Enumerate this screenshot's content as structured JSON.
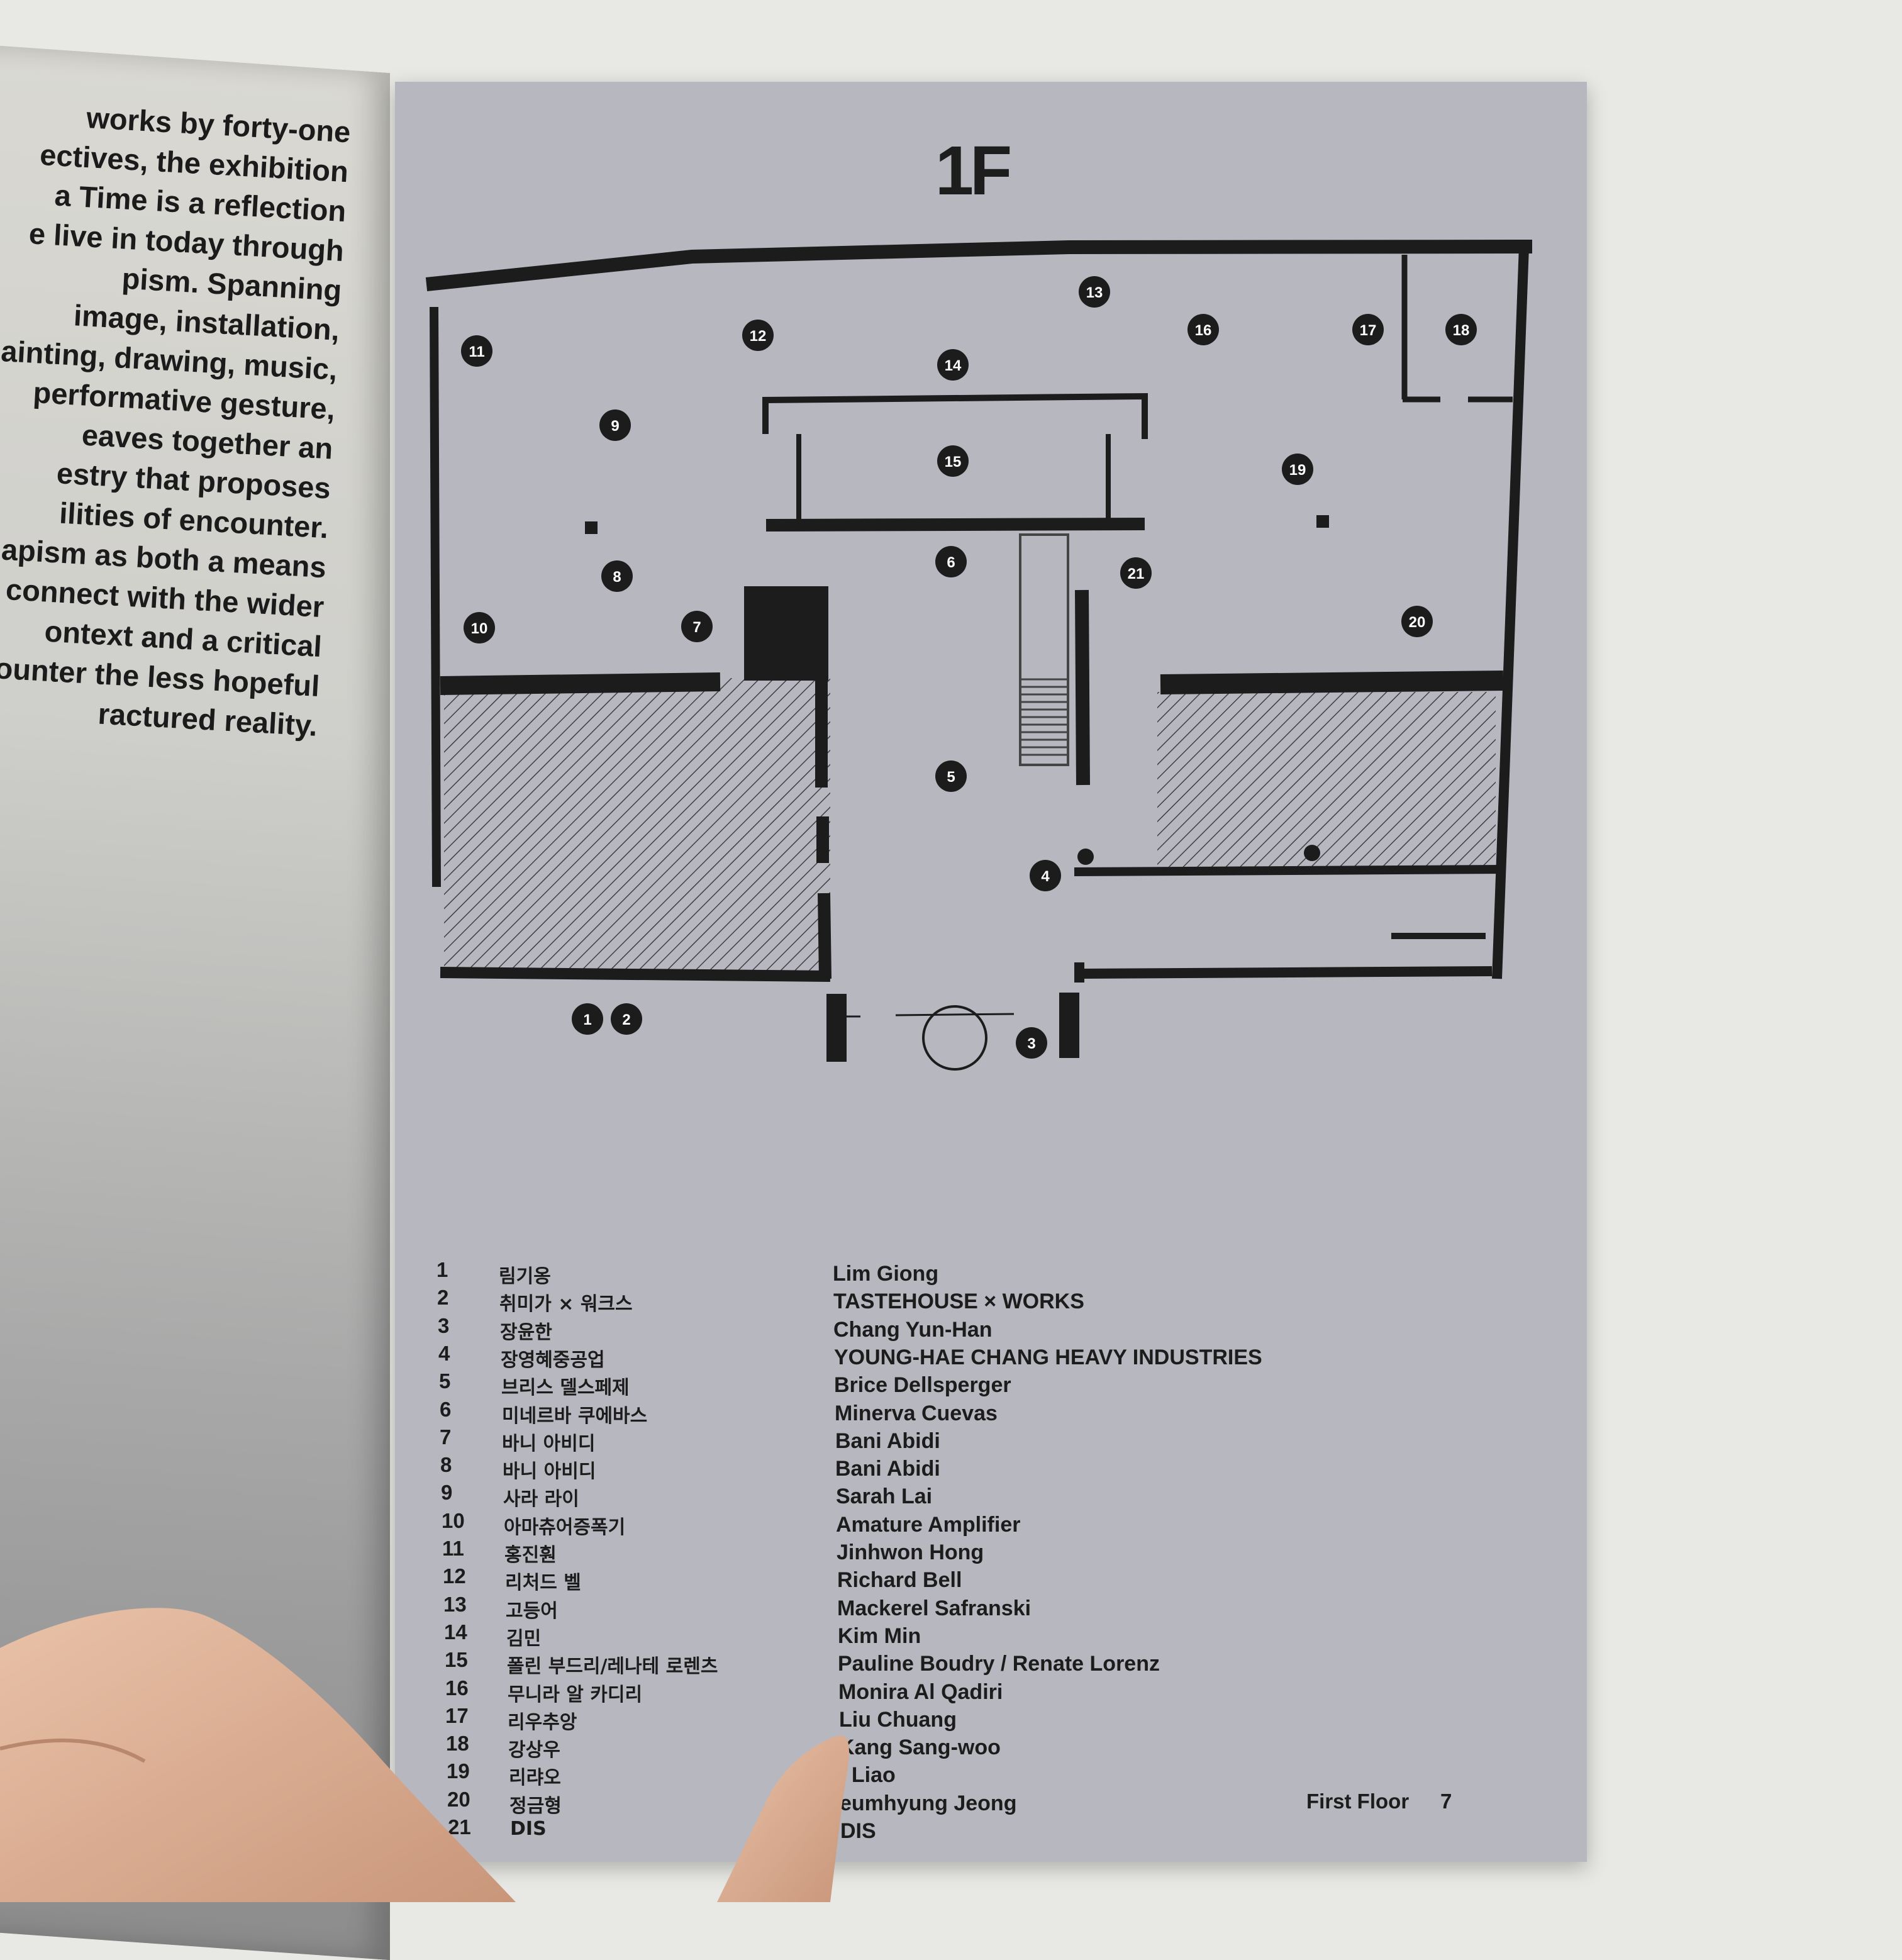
{
  "left_page": {
    "lines": [
      "works by forty-one",
      "ectives, the exhibition",
      "a Time is a reflection",
      "e live in today through",
      "pism. Spanning",
      "image, installation,",
      "ainting, drawing, music,",
      "performative gesture,",
      "eaves together an",
      "estry that proposes",
      "ilities of encounter.",
      "apism as both a means",
      " connect with the wider",
      "ontext and a critical",
      "counter the less hopeful",
      "ractured reality."
    ]
  },
  "floor_plan": {
    "title": "1F",
    "markers": [
      "1",
      "2",
      "3",
      "4",
      "5",
      "6",
      "7",
      "8",
      "9",
      "10",
      "11",
      "12",
      "13",
      "14",
      "15",
      "16",
      "17",
      "18",
      "19",
      "20",
      "21"
    ]
  },
  "artist_list": [
    {
      "num": "1",
      "ko": "림기옹",
      "en": "Lim Giong"
    },
    {
      "num": "2",
      "ko": "취미가 × 워크스",
      "en": "TASTEHOUSE × WORKS"
    },
    {
      "num": "3",
      "ko": "장윤한",
      "en": "Chang Yun-Han"
    },
    {
      "num": "4",
      "ko": "장영혜중공업",
      "en": "YOUNG-HAE CHANG HEAVY INDUSTRIES"
    },
    {
      "num": "5",
      "ko": "브리스 델스페제",
      "en": "Brice Dellsperger"
    },
    {
      "num": "6",
      "ko": "미네르바 쿠에바스",
      "en": "Minerva Cuevas"
    },
    {
      "num": "7",
      "ko": "바니 아비디",
      "en": "Bani Abidi"
    },
    {
      "num": "8",
      "ko": "바니 아비디",
      "en": "Bani Abidi"
    },
    {
      "num": "9",
      "ko": "사라 라이",
      "en": "Sarah Lai"
    },
    {
      "num": "10",
      "ko": "아마츄어증폭기",
      "en": "Amature Amplifier"
    },
    {
      "num": "11",
      "ko": "홍진훤",
      "en": "Jinhwon Hong"
    },
    {
      "num": "12",
      "ko": "리처드 벨",
      "en": "Richard Bell"
    },
    {
      "num": "13",
      "ko": "고등어",
      "en": "Mackerel Safranski"
    },
    {
      "num": "14",
      "ko": "김민",
      "en": "Kim Min"
    },
    {
      "num": "15",
      "ko": "폴린 부드리/레나테 로렌츠",
      "en": "Pauline Boudry / Renate Lorenz"
    },
    {
      "num": "16",
      "ko": "무니라 알 카디리",
      "en": "Monira Al Qadiri"
    },
    {
      "num": "17",
      "ko": "리우추앙",
      "en": "Liu Chuang"
    },
    {
      "num": "18",
      "ko": "강상우",
      "en": "Kang Sang-woo"
    },
    {
      "num": "19",
      "ko": "리랴오",
      "en": "i Liao"
    },
    {
      "num": "20",
      "ko": "정금형",
      "en": "eumhyung Jeong"
    },
    {
      "num": "21",
      "ko": "DIS",
      "en": "DIS"
    }
  ],
  "footer": {
    "label": "First Floor",
    "page_number": "7"
  },
  "colors": {
    "page": "#b7b7bf",
    "ink": "#1c1c1c",
    "marker": "#1c1c1c"
  }
}
